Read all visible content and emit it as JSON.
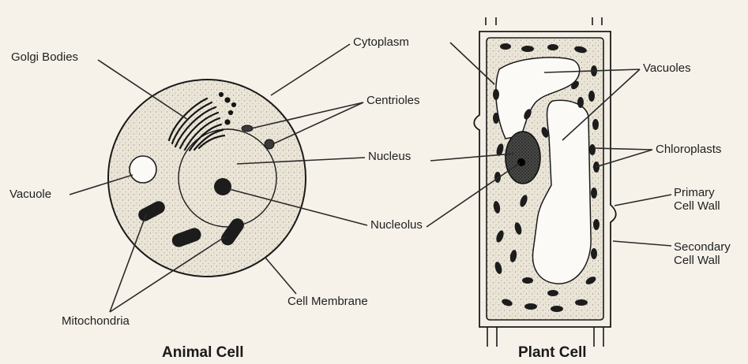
{
  "animal_cell": {
    "title": "Animal Cell",
    "labels": {
      "golgi_bodies": "Golgi Bodies",
      "cytoplasm": "Cytoplasm",
      "centrioles": "Centrioles",
      "nucleus": "Nucleus",
      "vacuole": "Vacuole",
      "nucleolus": "Nucleolus",
      "mitochondria": "Mitochondria",
      "cell_membrane": "Cell Membrane"
    }
  },
  "plant_cell": {
    "title": "Plant Cell",
    "labels": {
      "vacuoles": "Vacuoles",
      "chloroplasts": "Chloroplasts",
      "primary_cell_wall": "Primary\nCell Wall",
      "secondary_cell_wall": "Secondary\nCell Wall"
    }
  },
  "colors": {
    "background": "#f6f2ea",
    "ink": "#1a1a1a",
    "cytoplasm_fill": "#e9e3d6"
  }
}
